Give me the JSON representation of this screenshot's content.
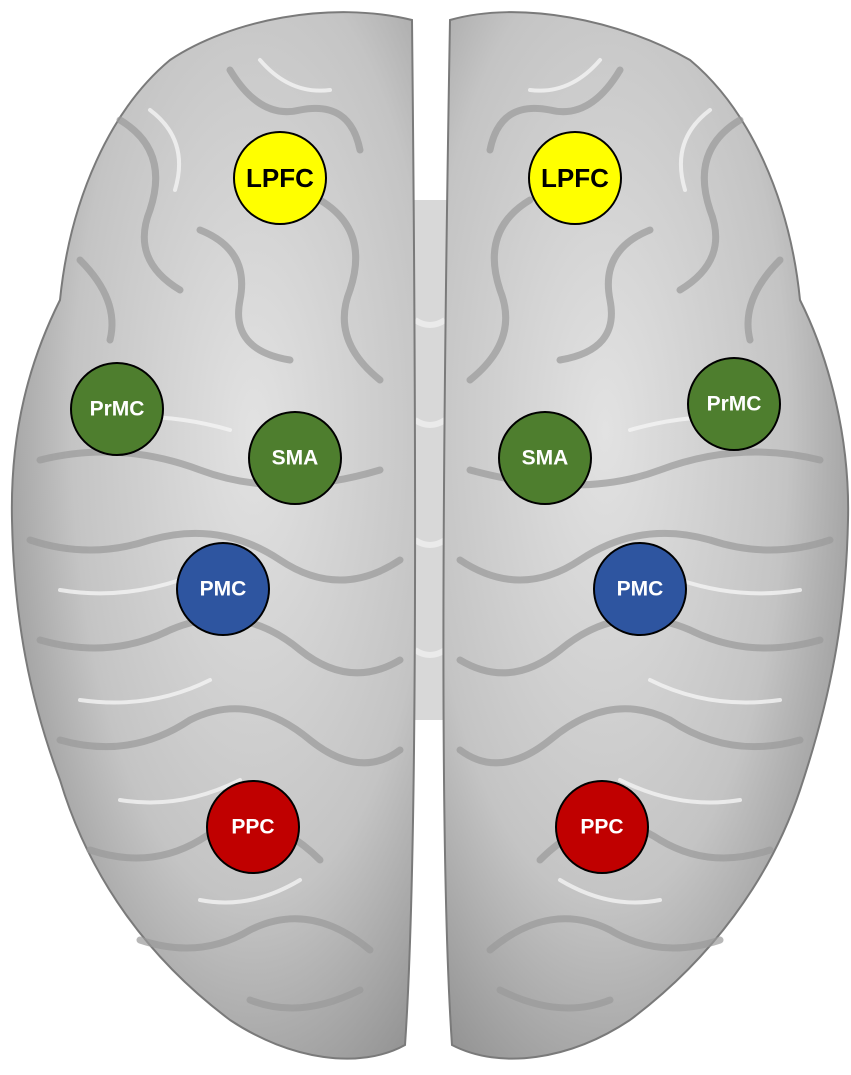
{
  "regions": [
    {
      "id": "lpfc-left",
      "label": "LPFC",
      "color": "#FFFF00",
      "text_color": "#000000"
    },
    {
      "id": "lpfc-right",
      "label": "LPFC",
      "color": "#FFFF00",
      "text_color": "#000000"
    },
    {
      "id": "prmc-left",
      "label": "PrMC",
      "color": "#4E7E2E",
      "text_color": "#FFFFFF"
    },
    {
      "id": "prmc-right",
      "label": "PrMC",
      "color": "#4E7E2E",
      "text_color": "#FFFFFF"
    },
    {
      "id": "sma-left",
      "label": "SMA",
      "color": "#4E7E2E",
      "text_color": "#FFFFFF"
    },
    {
      "id": "sma-right",
      "label": "SMA",
      "color": "#4E7E2E",
      "text_color": "#FFFFFF"
    },
    {
      "id": "pmc-left",
      "label": "PMC",
      "color": "#2E55A0",
      "text_color": "#FFFFFF"
    },
    {
      "id": "pmc-right",
      "label": "PMC",
      "color": "#2E55A0",
      "text_color": "#FFFFFF"
    },
    {
      "id": "ppc-left",
      "label": "PPC",
      "color": "#C00000",
      "text_color": "#FFFFFF"
    },
    {
      "id": "ppc-right",
      "label": "PPC",
      "color": "#C00000",
      "text_color": "#FFFFFF"
    }
  ],
  "brain": {
    "fill_color": "#BDBDBD",
    "shadow_color": "#8E8E8E",
    "highlight_color": "#F2F2F2"
  }
}
